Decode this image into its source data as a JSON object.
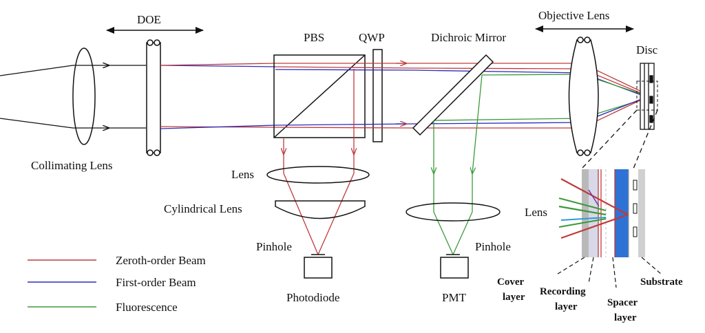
{
  "labels": {
    "doe": "DOE",
    "pbs": "PBS",
    "qwp": "QWP",
    "dichroic_mirror": "Dichroic Mirror",
    "objective_lens": "Objective Lens",
    "disc": "Disc",
    "collimating_lens": "Collimating Lens",
    "lens": "Lens",
    "cylindrical_lens": "Cylindrical Lens",
    "pinhole_left": "Pinhole",
    "pinhole_right": "Pinhole",
    "photodiode": "Photodiode",
    "pmt": "PMT",
    "detail_lens": "Lens"
  },
  "legend": [
    {
      "label": "Zeroth-order Beam",
      "color": "#c0393b"
    },
    {
      "label": "First-order Beam",
      "color": "#2b2bb8"
    },
    {
      "label": "Fluorescence",
      "color": "#3a9a3a"
    }
  ],
  "layers": {
    "cover": [
      "Cover",
      "layer"
    ],
    "recording": [
      "Recording",
      "layer"
    ],
    "spacer": [
      "Spacer",
      "layer"
    ],
    "substrate": "Substrate"
  },
  "colors": {
    "zeroth": "#c0393b",
    "first": "#2b2bb8",
    "fluorescence": "#3a9a3a",
    "spacer_blue": "#2f72d6",
    "cover_gray": "#b9b9b9"
  }
}
